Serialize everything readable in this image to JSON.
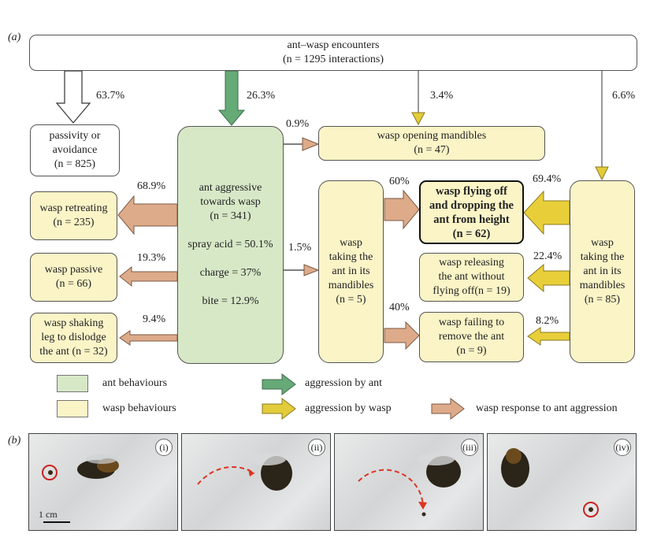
{
  "panel_a_label": "(a)",
  "panel_b_label": "(b)",
  "boxes": {
    "encounters": "ant–wasp encounters\n(n = 1295 interactions)",
    "passivity": "passivity or\navoidance\n(n = 825)",
    "ant_aggressive": "ant aggressive\ntowards wasp\n(n = 341)\n\nspray acid = 50.1%\n\ncharge = 37%\n\nbite = 12.9%",
    "wasp_opening": "wasp opening mandibles\n(n = 47)",
    "wasp_retreating": "wasp retreating\n(n = 235)",
    "wasp_passive": "wasp passive\n(n = 66)",
    "wasp_shaking": "wasp shaking\nleg to dislodge\nthe ant (n = 32)",
    "wasp_taking_5": "wasp\ntaking the\nant in its\nmandibles\n(n = 5)",
    "wasp_flying_off": "wasp flying off\nand dropping the\nant from height\n(n = 62)",
    "wasp_releasing": "wasp releasing\nthe ant without\nflying off(n = 19)",
    "wasp_failing": "wasp failing to\nremove the ant\n(n = 9)",
    "wasp_taking_85": "wasp\ntaking the\nant in its\nmandibles\n(n = 85)"
  },
  "percentages": {
    "p637": "63.7%",
    "p263": "26.3%",
    "p34": "3.4%",
    "p66": "6.6%",
    "p09": "0.9%",
    "p689": "68.9%",
    "p193": "19.3%",
    "p94": "9.4%",
    "p15": "1.5%",
    "p60": "60%",
    "p40": "40%",
    "p694": "69.4%",
    "p224": "22.4%",
    "p82": "8.2%"
  },
  "legend": {
    "ant_behaviours": "ant behaviours",
    "wasp_behaviours": "wasp behaviours",
    "aggression_by_ant": "aggression by ant",
    "aggression_by_wasp": "aggression by wasp",
    "wasp_response": "wasp response to ant aggression"
  },
  "photos": {
    "labels": [
      "(i)",
      "(ii)",
      "(iii)",
      "(iv)"
    ],
    "scale_bar": "1 cm"
  },
  "colors": {
    "ant_green": "#d7e8c7",
    "wasp_yellow": "#faf4c7",
    "arrow_ant": "#66aa77",
    "arrow_wasp": "#e2cc3a",
    "arrow_response": "#deab8a"
  }
}
